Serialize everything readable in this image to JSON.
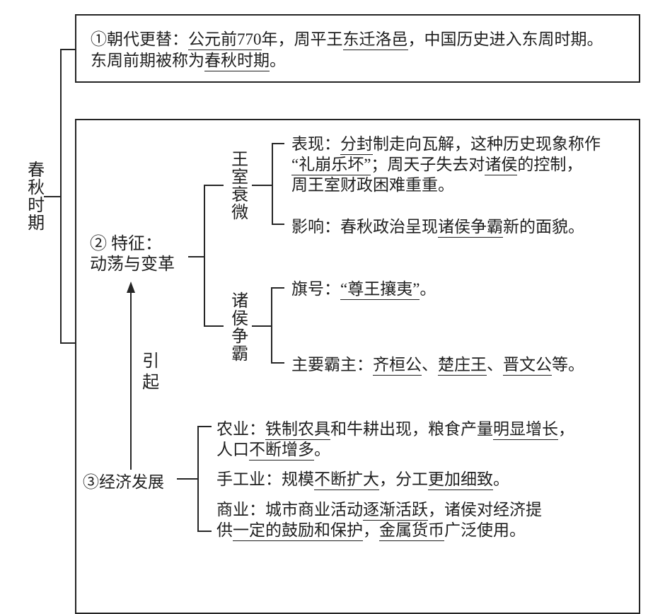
{
  "colors": {
    "ink": "#1f1f1f",
    "background": "#ffffff"
  },
  "root": {
    "label": "春秋时期"
  },
  "dynasty_box": {
    "lines": [
      [
        {
          "t": "①朝代更替：",
          "u": false
        },
        {
          "t": "公元前770",
          "u": true
        },
        {
          "t": "年，周平王",
          "u": false
        },
        {
          "t": "东迁洛邑",
          "u": true
        },
        {
          "t": "，中国历史进入东周时期。",
          "u": false
        }
      ],
      [
        {
          "t": "东周前期被称为",
          "u": false
        },
        {
          "t": "春秋时期",
          "u": true
        },
        {
          "t": "。",
          "u": false
        }
      ]
    ]
  },
  "feature": {
    "label_line1": "② 特征：",
    "label_line2": "动荡与变革",
    "arrow_label": "引起",
    "royal_decline": {
      "label": "王室衰微",
      "manifestation": {
        "lines": [
          [
            {
              "t": "表现：",
              "u": false
            },
            {
              "t": "分封",
              "u": true
            },
            {
              "t": "制走向瓦解，这种历史现象称作",
              "u": false
            }
          ],
          [
            {
              "t": "“礼崩乐坏”",
              "u": true
            },
            {
              "t": "；周天子失去对",
              "u": false
            },
            {
              "t": "诸侯",
              "u": true
            },
            {
              "t": "的控制，",
              "u": false
            }
          ],
          [
            {
              "t": "周王室财政困难重重。",
              "u": false
            }
          ]
        ]
      },
      "impact": {
        "lines": [
          [
            {
              "t": "影响：春秋政治呈现",
              "u": false
            },
            {
              "t": "诸侯争霸",
              "u": true
            },
            {
              "t": "新的面貌。",
              "u": false
            }
          ]
        ]
      }
    },
    "hegemony": {
      "label": "诸侯争霸",
      "banner": {
        "lines": [
          [
            {
              "t": "旗号：",
              "u": false
            },
            {
              "t": "“尊王攘夷”",
              "u": true
            },
            {
              "t": "。",
              "u": false
            }
          ]
        ]
      },
      "hegemons": {
        "lines": [
          [
            {
              "t": "主要霸主：",
              "u": false
            },
            {
              "t": "齐桓公",
              "u": true
            },
            {
              "t": "、",
              "u": false
            },
            {
              "t": "楚庄王",
              "u": true
            },
            {
              "t": "、",
              "u": false
            },
            {
              "t": "晋文公",
              "u": true
            },
            {
              "t": "等。",
              "u": false
            }
          ]
        ]
      }
    }
  },
  "economy": {
    "label": "③经济发展",
    "agriculture": {
      "lines": [
        [
          {
            "t": "农业：",
            "u": false
          },
          {
            "t": "铁制农具",
            "u": true
          },
          {
            "t": "和牛耕出现，粮食产量",
            "u": false
          },
          {
            "t": "明显增长",
            "u": true
          },
          {
            "t": "，",
            "u": false
          }
        ],
        [
          {
            "t": "人口",
            "u": false
          },
          {
            "t": "不断增多",
            "u": true
          },
          {
            "t": "。",
            "u": false
          }
        ]
      ]
    },
    "handicraft": {
      "lines": [
        [
          {
            "t": "手工业：规模",
            "u": false
          },
          {
            "t": "不断扩大",
            "u": true
          },
          {
            "t": "，分工",
            "u": false
          },
          {
            "t": "更加细致",
            "u": true
          },
          {
            "t": "。",
            "u": false
          }
        ]
      ]
    },
    "commerce": {
      "lines": [
        [
          {
            "t": "商业：城市商业活动",
            "u": false
          },
          {
            "t": "逐渐活跃",
            "u": true
          },
          {
            "t": "，诸侯对经济提",
            "u": false
          }
        ],
        [
          {
            "t": "供",
            "u": false
          },
          {
            "t": "一定的鼓励和保护",
            "u": true
          },
          {
            "t": "，",
            "u": false
          },
          {
            "t": "金属货币",
            "u": true
          },
          {
            "t": "广泛使用。",
            "u": false
          }
        ]
      ]
    }
  }
}
